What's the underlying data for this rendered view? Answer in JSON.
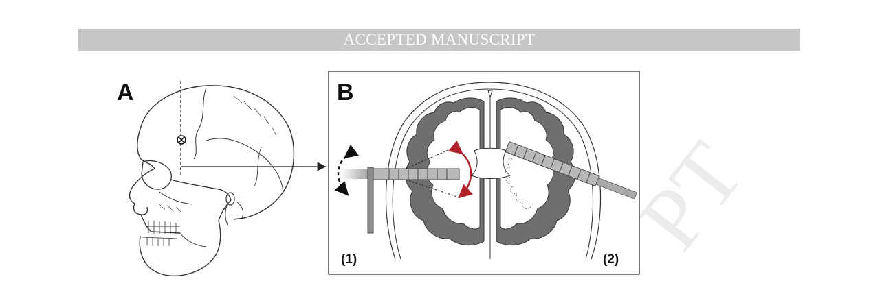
{
  "header": {
    "banner_text": "ACCEPTED MANUSCRIPT"
  },
  "figure": {
    "panel_a_label": "A",
    "panel_b_label": "B",
    "label_1": "(1)",
    "label_2": "(2)"
  },
  "watermark": {
    "text": "PT"
  },
  "colors": {
    "banner_bg": "#c6c6c6",
    "cortex_gray": "#6f6f6f",
    "arc_red": "#b0232a",
    "line": "#222222"
  }
}
